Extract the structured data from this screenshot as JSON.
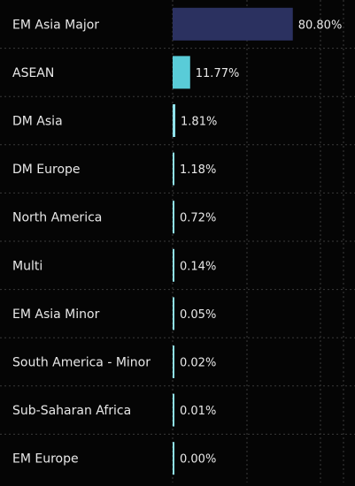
{
  "chart_data": {
    "type": "bar",
    "orientation": "horizontal",
    "categories": [
      "EM Asia Major",
      "ASEAN",
      "DM Asia",
      "DM Europe",
      "North America",
      "Multi",
      "EM Asia Minor",
      "South America - Minor",
      "Sub-Saharan Africa",
      "EM Europe"
    ],
    "values": [
      80.8,
      11.77,
      1.81,
      1.18,
      0.72,
      0.14,
      0.05,
      0.02,
      0.01,
      0.0
    ],
    "value_labels": [
      "80.80%",
      "11.77%",
      "1.81%",
      "1.18%",
      "0.72%",
      "0.14%",
      "0.05%",
      "0.02%",
      "0.01%",
      "0.00%"
    ],
    "xlim": [
      0,
      100
    ],
    "grid": true,
    "colors": {
      "background": "#050505",
      "grid": "#3a3a3a",
      "label_text": "#e8e8e8",
      "bar_colors": [
        "#2b3160",
        "#59ccd8",
        "#8fe1ea",
        "#8fe1ea",
        "#8fe1ea",
        "#8fe1ea",
        "#8fe1ea",
        "#8fe1ea",
        "#8fe1ea",
        "#8fe1ea"
      ]
    }
  }
}
